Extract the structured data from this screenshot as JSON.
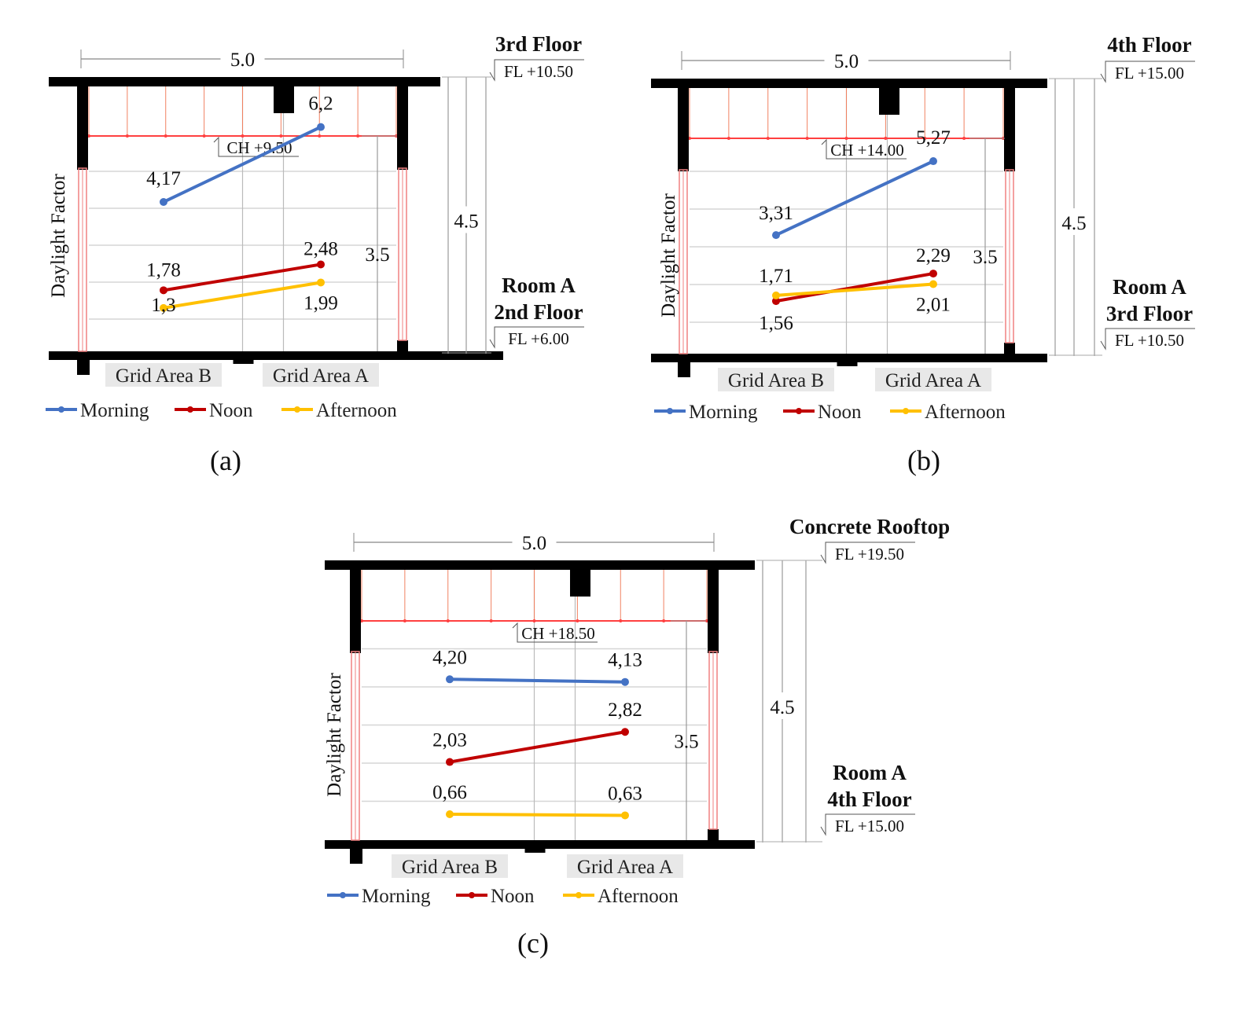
{
  "colors": {
    "Morning": "#4472C4",
    "Noon": "#C00000",
    "Afternoon": "#FFC000",
    "structure": "#000000",
    "ceiling": "#FF4040"
  },
  "chart_data": [
    {
      "panel": "(a)",
      "type": "line",
      "ylabel": "Daylight Factor",
      "categories": [
        "Grid Area B",
        "Grid Area A"
      ],
      "top_level": "3rd Floor",
      "top_fl": "FL +10.50",
      "room": "Room A",
      "room_floor": "2nd Floor",
      "bottom_fl": "FL +6.00",
      "ceiling": "CH +9.50",
      "width_dim": "5.0",
      "height_dim": "4.5",
      "window_dim": "3.5",
      "series": [
        {
          "name": "Morning",
          "values": [
            4.17,
            6.2
          ],
          "labels": [
            "4,17",
            "6,2"
          ]
        },
        {
          "name": "Noon",
          "values": [
            1.78,
            2.48
          ],
          "labels": [
            "1,78",
            "2,48"
          ]
        },
        {
          "name": "Afternoon",
          "values": [
            1.3,
            1.99
          ],
          "labels": [
            "1,3",
            "1,99"
          ]
        }
      ]
    },
    {
      "panel": "(b)",
      "type": "line",
      "ylabel": "Daylight Factor",
      "categories": [
        "Grid Area B",
        "Grid Area A"
      ],
      "top_level": "4th Floor",
      "top_fl": "FL +15.00",
      "room": "Room A",
      "room_floor": "3rd Floor",
      "bottom_fl": "FL +10.50",
      "ceiling": "CH +14.00",
      "width_dim": "5.0",
      "height_dim": "4.5",
      "window_dim": "3.5",
      "series": [
        {
          "name": "Morning",
          "values": [
            3.31,
            5.27
          ],
          "labels": [
            "3,31",
            "5,27"
          ]
        },
        {
          "name": "Noon",
          "values": [
            1.56,
            2.29
          ],
          "labels": [
            "1,56",
            "2,29"
          ]
        },
        {
          "name": "Afternoon",
          "values": [
            1.71,
            2.01
          ],
          "labels": [
            "1,71",
            "2,01"
          ]
        }
      ]
    },
    {
      "panel": "(c)",
      "type": "line",
      "ylabel": "Daylight Factor",
      "categories": [
        "Grid Area B",
        "Grid Area A"
      ],
      "top_level": "Concrete Rooftop",
      "top_fl": "FL +19.50",
      "room": "Room A",
      "room_floor": "4th Floor",
      "bottom_fl": "FL +15.00",
      "ceiling": "CH +18.50",
      "width_dim": "5.0",
      "height_dim": "4.5",
      "window_dim": "3.5",
      "series": [
        {
          "name": "Morning",
          "values": [
            4.2,
            4.13
          ],
          "labels": [
            "4,20",
            "4,13"
          ]
        },
        {
          "name": "Noon",
          "values": [
            2.03,
            2.82
          ],
          "labels": [
            "2,03",
            "2,82"
          ]
        },
        {
          "name": "Afternoon",
          "values": [
            0.66,
            0.63
          ],
          "labels": [
            "0,66",
            "0,63"
          ]
        }
      ]
    }
  ]
}
